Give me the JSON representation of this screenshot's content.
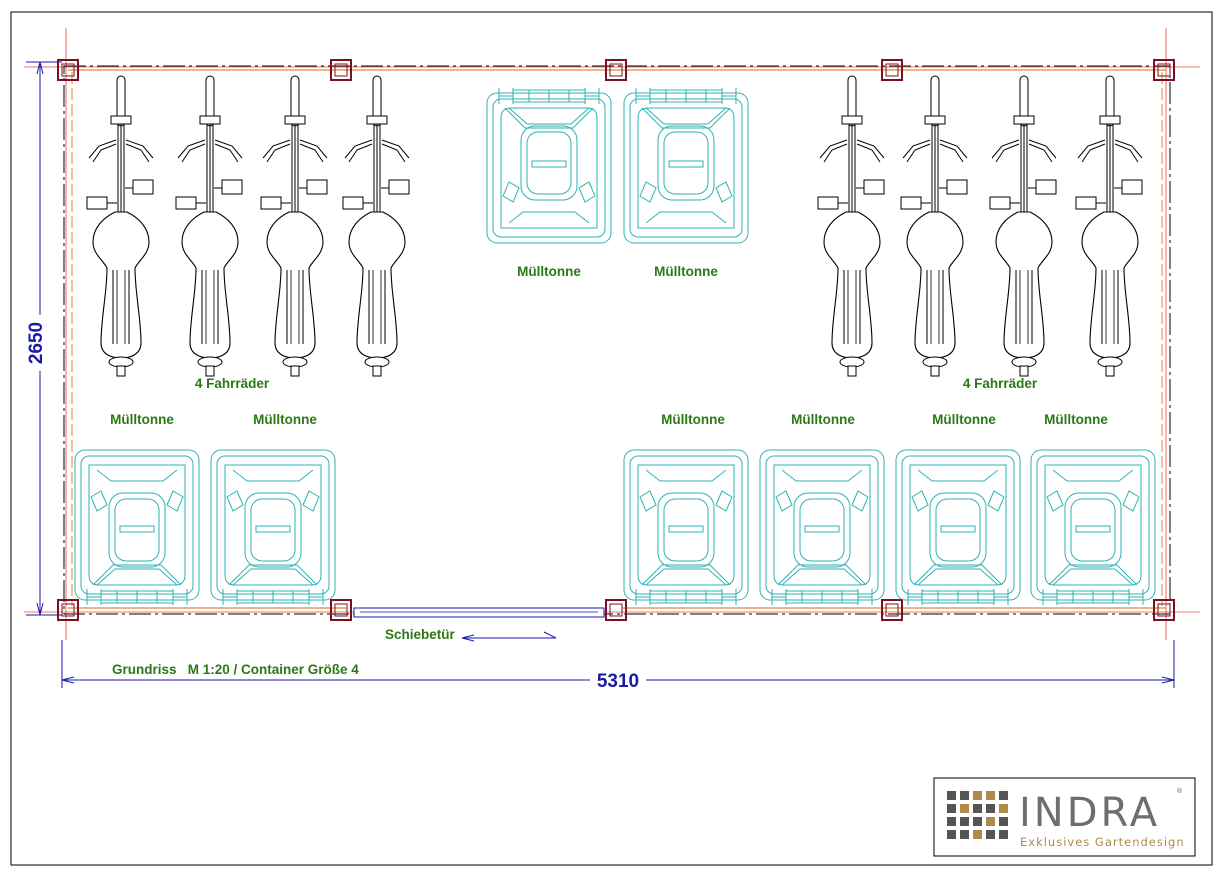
{
  "plan": {
    "bike_group_label": "4 Fahrräder",
    "bin_label": "Mülltonne",
    "door_label": "Schiebetür",
    "caption": "Grundriss   M 1:20 / Container Größe 4",
    "width_dimension": "5310",
    "height_dimension": "2650",
    "bike_groups": 2,
    "bikes_per_group": 4,
    "bins_total": 8
  },
  "logo": {
    "name": "INDRA",
    "tagline": "Exklusives Gartendesign",
    "registered_mark": "®"
  },
  "colors": {
    "bins": "#2fb3b3",
    "labels": "#2a7a14",
    "dimensions": "#1a1aa8",
    "walls": "#e08a30",
    "posts": "#7a1020"
  }
}
